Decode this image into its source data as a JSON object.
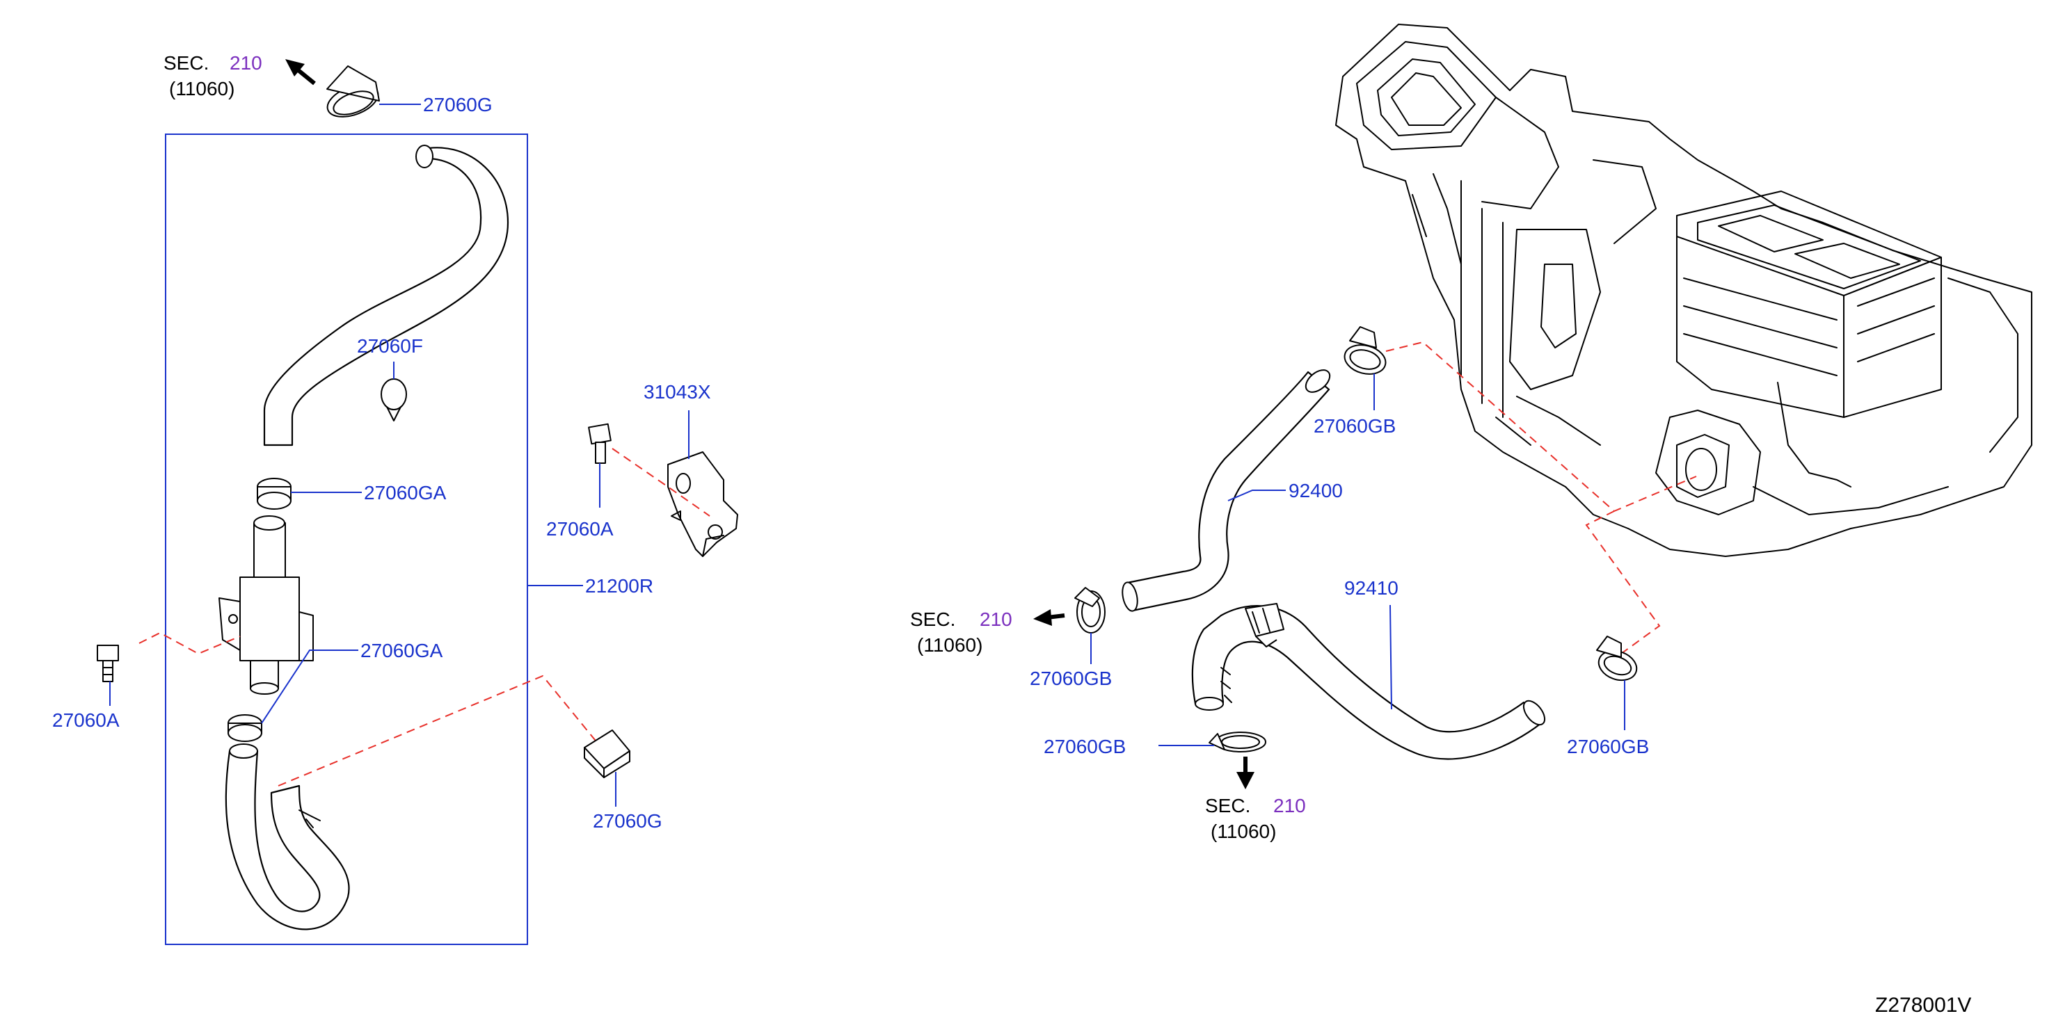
{
  "diagram": {
    "code": "Z278001V",
    "sec_refs": [
      {
        "sec": "SEC.",
        "num": "210",
        "sub": "(11060)"
      },
      {
        "sec": "SEC.",
        "num": "210",
        "sub": "(11060)"
      },
      {
        "sec": "SEC.",
        "num": "210",
        "sub": "(11060)"
      }
    ],
    "parts": {
      "p_27060G_top": "27060G",
      "p_27060F": "27060F",
      "p_27060GA_1": "27060GA",
      "p_27060GA_2": "27060GA",
      "p_27060A_left": "27060A",
      "p_31043X": "31043X",
      "p_27060A_mid": "27060A",
      "p_21200R": "21200R",
      "p_27060G_bot": "27060G",
      "p_27060GB_top": "27060GB",
      "p_92400": "92400",
      "p_92410": "92410",
      "p_27060GB_left": "27060GB",
      "p_27060GB_bot": "27060GB",
      "p_27060GB_right": "27060GB"
    }
  }
}
